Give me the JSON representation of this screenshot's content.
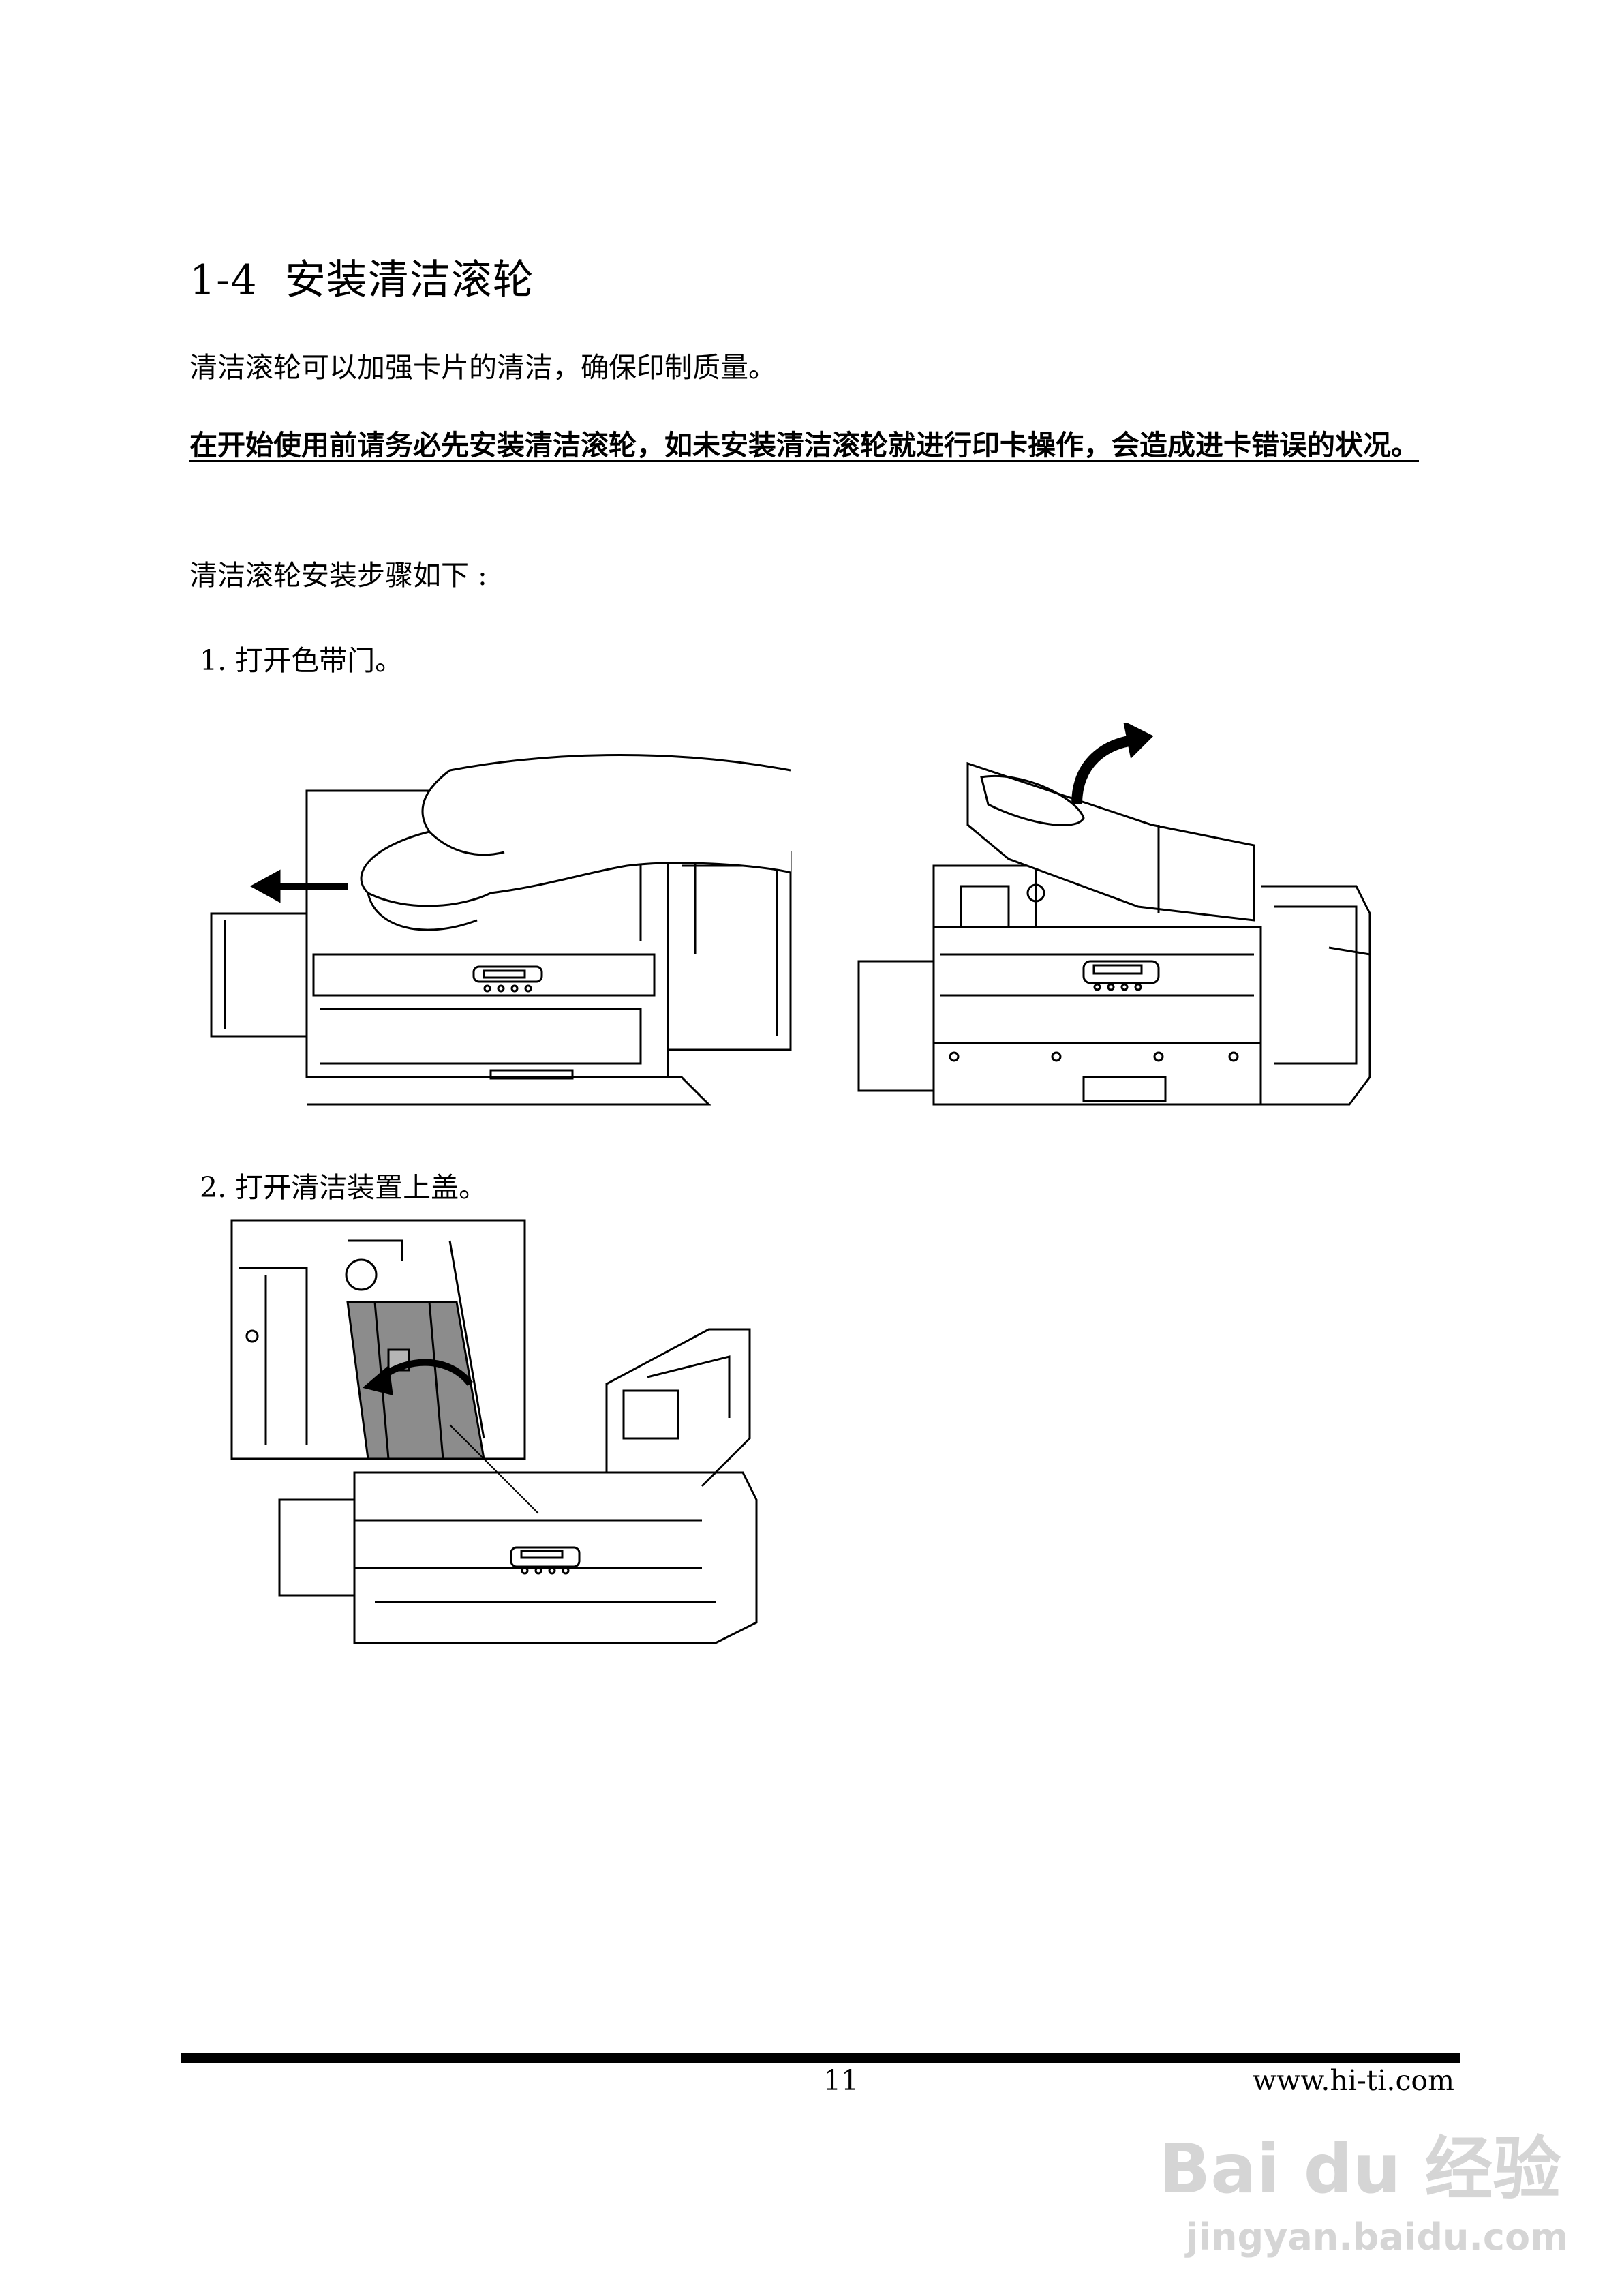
{
  "section": {
    "number": "1-4",
    "title": "安装清洁滚轮"
  },
  "intro": "清洁滚轮可以加强卡片的清洁，确保印制质量。",
  "warning": "在开始使用前请务必先安装清洁滚轮，如未安装清洁滚轮就进行印卡操作，会造成进卡错误的状况。",
  "steps_intro": "清洁滚轮安装步骤如下 :",
  "steps": [
    {
      "number": "1.",
      "text": "打开色带门。"
    },
    {
      "number": "2.",
      "text": "打开清洁装置上盖。"
    }
  ],
  "footer": {
    "page_number": "11",
    "url": "www.hi-ti.com"
  },
  "watermark": {
    "logo": "Bai du 经验",
    "url": "jingyan.baidu.com"
  }
}
